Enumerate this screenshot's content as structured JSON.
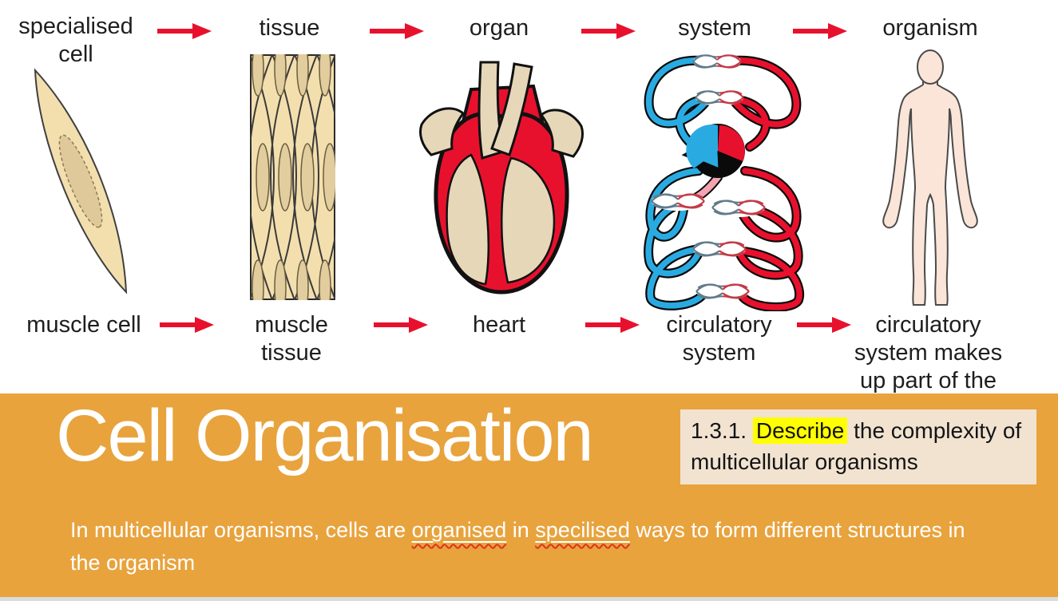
{
  "slide": {
    "title": "Cell Organisation",
    "objective": {
      "number": "1.3.1. ",
      "highlighted": "Describe",
      "rest": " the complexity of multicellular organisms"
    },
    "body": {
      "seg0": "In multicellular organisms, cells are ",
      "word1": "organised",
      "seg1": " in ",
      "word2": "specilised",
      "seg2": " ways to form different structures in the organism"
    }
  },
  "diagram": {
    "top_labels": [
      "specialised cell",
      "tissue",
      "organ",
      "system",
      "organism"
    ],
    "bottom_labels": [
      "muscle cell",
      "muscle tissue",
      "heart",
      "circulatory system",
      "circulatory system makes up part of the"
    ],
    "illustrations": [
      "muscle cell",
      "muscle tissue",
      "heart cross-section",
      "circulatory system",
      "human body"
    ]
  },
  "colors": {
    "banner_orange": "#E8A33D",
    "objective_box_beige": "#F2E3D1",
    "highlight_yellow": "#FFFF00",
    "arrow_red": "#E8112D",
    "vessel_blue": "#29ABE2",
    "tissue_tan": "#F3DFAE",
    "skin_pink": "#FAE5D8",
    "bottom_strip_gray": "#DBDBDB"
  }
}
